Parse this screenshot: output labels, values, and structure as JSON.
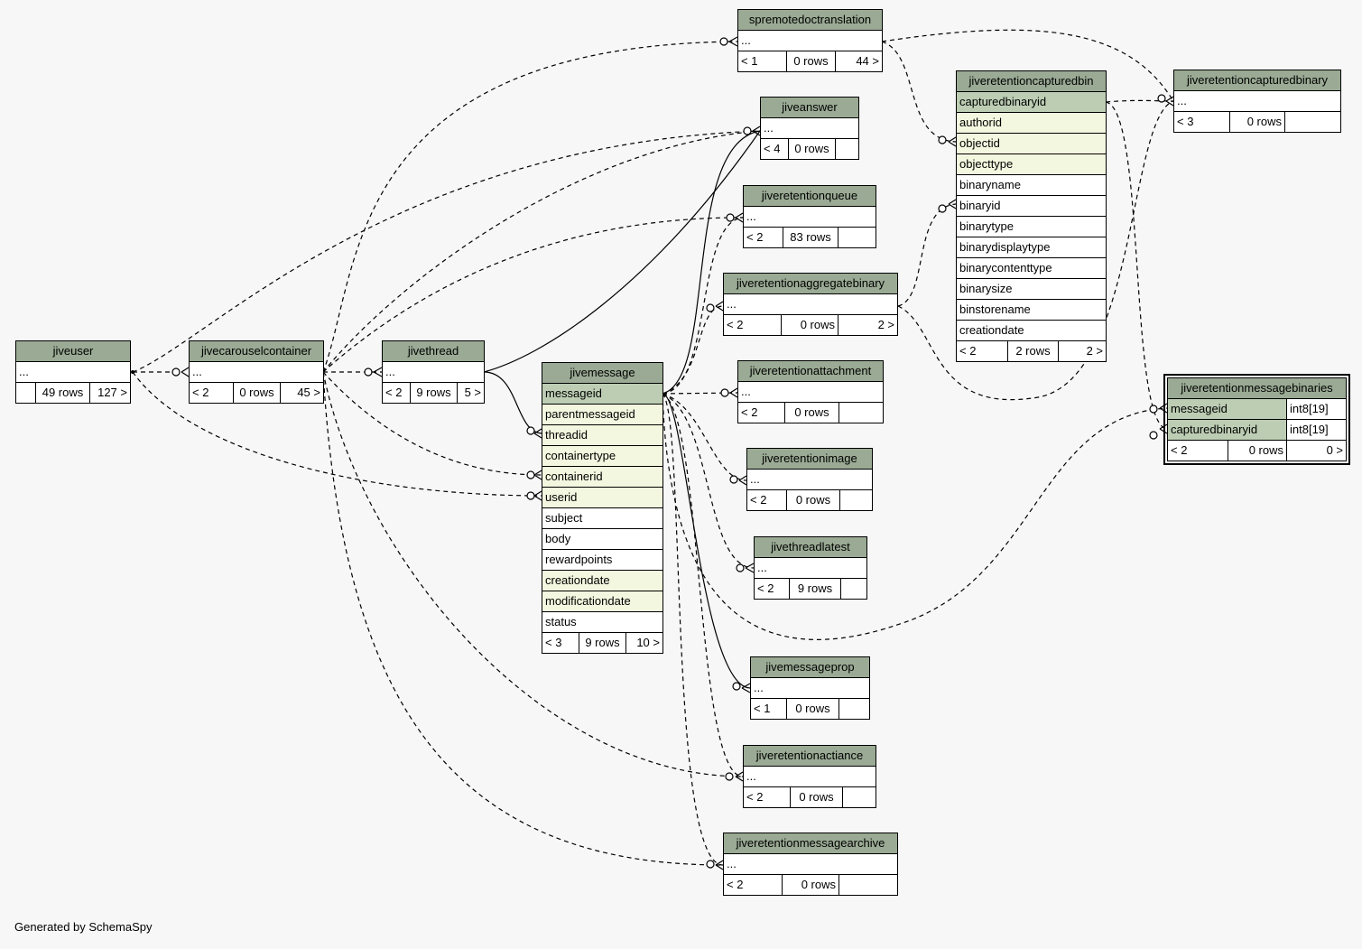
{
  "footer": "Generated by SchemaSpy",
  "colors": {
    "background": "#f7f7f7",
    "header": "#9aaa94",
    "primary_key_row": "#bccdb3",
    "foreign_key_row": "#f4f7df",
    "column_row": "#ffffff",
    "border": "#000000"
  },
  "tables": {
    "jiveuser": {
      "name": "jiveuser",
      "columns": [
        "..."
      ],
      "parents": "",
      "rows": "49 rows",
      "children": "127 >"
    },
    "jivecarouselcontainer": {
      "name": "jivecarouselcontainer",
      "columns": [
        "..."
      ],
      "parents": "< 2",
      "rows": "0 rows",
      "children": "45 >"
    },
    "jivethread": {
      "name": "jivethread",
      "columns": [
        "..."
      ],
      "parents": "< 2",
      "rows": "9 rows",
      "children": "5 >"
    },
    "jivemessage": {
      "name": "jivemessage",
      "columns": [
        "messageid",
        "parentmessageid",
        "threadid",
        "containertype",
        "containerid",
        "userid",
        "subject",
        "body",
        "rewardpoints",
        "creationdate",
        "modificationdate",
        "status"
      ],
      "parents": "< 3",
      "rows": "9 rows",
      "children": "10 >"
    },
    "spremotedoctranslation": {
      "name": "spremotedoctranslation",
      "columns": [
        "..."
      ],
      "parents": "< 1",
      "rows": "0 rows",
      "children": "44 >"
    },
    "jiveanswer": {
      "name": "jiveanswer",
      "columns": [
        "..."
      ],
      "parents": "< 4",
      "rows": "0 rows",
      "children": ""
    },
    "jiveretentionqueue": {
      "name": "jiveretentionqueue",
      "columns": [
        "..."
      ],
      "parents": "< 2",
      "rows": "83 rows",
      "children": ""
    },
    "jiveretentionaggregatebinary": {
      "name": "jiveretentionaggregatebinary",
      "columns": [
        "..."
      ],
      "parents": "< 2",
      "rows": "0 rows",
      "children": "2 >"
    },
    "jiveretentionattachment": {
      "name": "jiveretentionattachment",
      "columns": [
        "..."
      ],
      "parents": "< 2",
      "rows": "0 rows",
      "children": ""
    },
    "jiveretentionimage": {
      "name": "jiveretentionimage",
      "columns": [
        "..."
      ],
      "parents": "< 2",
      "rows": "0 rows",
      "children": ""
    },
    "jivethreadlatest": {
      "name": "jivethreadlatest",
      "columns": [
        "..."
      ],
      "parents": "< 2",
      "rows": "9 rows",
      "children": ""
    },
    "jivemessageprop": {
      "name": "jivemessageprop",
      "columns": [
        "..."
      ],
      "parents": "< 1",
      "rows": "0 rows",
      "children": ""
    },
    "jiveretentionactiance": {
      "name": "jiveretentionactiance",
      "columns": [
        "..."
      ],
      "parents": "< 2",
      "rows": "0 rows",
      "children": ""
    },
    "jiveretentionmessagearchive": {
      "name": "jiveretentionmessagearchive",
      "columns": [
        "..."
      ],
      "parents": "< 2",
      "rows": "0 rows",
      "children": ""
    },
    "jiveretentioncapturedbin": {
      "name": "jiveretentioncapturedbin",
      "columns": [
        "capturedbinaryid",
        "authorid",
        "objectid",
        "objecttype",
        "binaryname",
        "binaryid",
        "binarytype",
        "binarydisplaytype",
        "binarycontenttype",
        "binarysize",
        "binstorename",
        "creationdate"
      ],
      "parents": "< 2",
      "rows": "2 rows",
      "children": "2 >"
    },
    "jiveretentioncapturedbinary": {
      "name": "jiveretentioncapturedbinary",
      "columns": [
        "..."
      ],
      "parents": "< 3",
      "rows": "0 rows",
      "children": ""
    },
    "jiveretentionmessagebinaries": {
      "name": "jiveretentionmessagebinaries",
      "columns": [
        {
          "name": "messageid",
          "type": "int8[19]"
        },
        {
          "name": "capturedbinaryid",
          "type": "int8[19]"
        }
      ],
      "parents": "< 2",
      "rows": "0 rows",
      "children": "0 >"
    }
  }
}
